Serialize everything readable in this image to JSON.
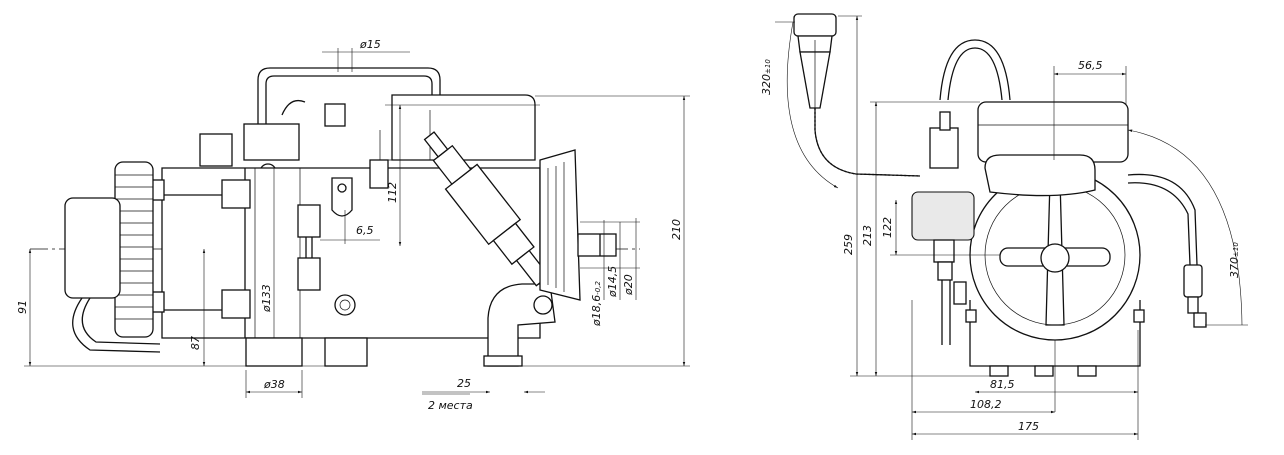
{
  "left_view": {
    "dimensions": {
      "d_top_tube": "ø15",
      "d_body": "ø133",
      "d_outlet": "ø38",
      "d_nozzle_a": "ø18,6",
      "d_nozzle_a_tol": "-0,2",
      "d_nozzle_b": "ø14,5",
      "d_nozzle_c": "ø20",
      "v_112": "112",
      "v_210": "210",
      "v_91": "91",
      "v_87": "87",
      "h_6_5": "6,5",
      "h_25": "25",
      "note_places": "2 места"
    }
  },
  "right_view": {
    "dimensions": {
      "cable_a": "320",
      "cable_a_tol": "±10",
      "cable_b": "370",
      "cable_b_tol": "±10",
      "h_56_5": "56,5",
      "v_259": "259",
      "v_213": "213",
      "v_122": "122",
      "h_81_5": "81,5",
      "h_108_2": "108,2",
      "h_175": "175"
    }
  }
}
